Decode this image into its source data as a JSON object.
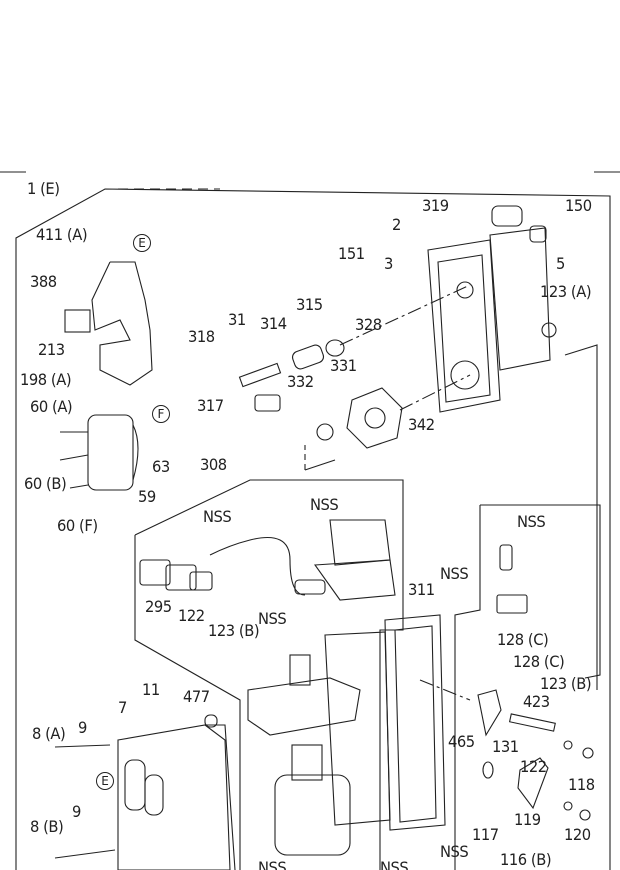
{
  "diagram": {
    "labels": [
      "1 (E)",
      "411 (A)",
      "388",
      "213",
      "198 (A)",
      "60 (A)",
      "63",
      "60 (B)",
      "59",
      "60 (F)",
      "308",
      "NSS",
      "NSS",
      "319",
      "150",
      "2",
      "151",
      "3",
      "5",
      "123 (A)",
      "315",
      "31",
      "314",
      "318",
      "328",
      "331",
      "332",
      "317",
      "342",
      "NSS",
      "NSS",
      "311",
      "295",
      "122",
      "123 (B)",
      "NSS",
      "128 (C)",
      "128 (C)",
      "123 (B)",
      "11",
      "477",
      "423",
      "7",
      "8 (A)",
      "9",
      "465",
      "131",
      "122",
      "118",
      "9",
      "8 (B)",
      "119",
      "117",
      "120",
      "NSS",
      "116 (B)",
      "NSS",
      "NSS"
    ],
    "callouts": [
      "E",
      "F",
      "E"
    ]
  }
}
